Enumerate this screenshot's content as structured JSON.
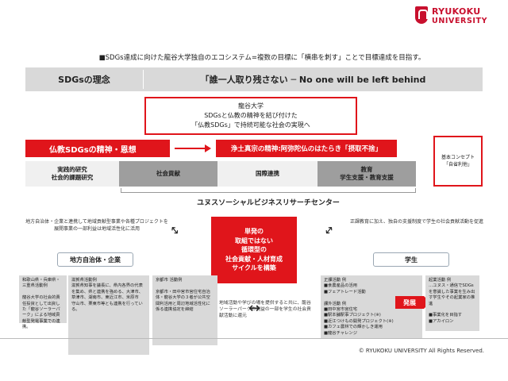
{
  "logo": {
    "line1": "RYUKOKU",
    "line2": "UNIVERSITY"
  },
  "headline": "■SDGs達成に向けた龍谷大学独自のエコシステム=複数の目標に「横串を刺す」ことで目標達成を目指す。",
  "sdgs": {
    "left": "SDGsの理念",
    "right": "「誰一人取り残さない ─ No one will be left behind"
  },
  "vision": {
    "line1": "龍谷大学",
    "line2": "SDGsと仏教の精神を結び付けた",
    "line3": "「仏教SDGs」で持続可能な社会の実現へ"
  },
  "buddhism_spirit": "仏教SDGsの精神・恩想",
  "jodo_spirit": "浄土真宗の精神:阿弥陀仏のはたらき「摂取不捨」",
  "concept": {
    "line1": "基本コンセプト",
    "line2": "「自省利他」"
  },
  "pillars": [
    {
      "line1": "実践的研究",
      "line2": "社会的課題研究"
    },
    {
      "line1": "社会貢献",
      "line2": ""
    },
    {
      "line1": "国際連携",
      "line2": ""
    },
    {
      "line1": "教育",
      "line2": "学生支援・教育支援"
    }
  ],
  "center_title": "ユヌスソーシャルビジネスリサーチセンター",
  "left_note": "地方自治体・企業と連携して地域貢献型事業や各種プロジェクトを展開事業の一部利益は地域活性化に活用",
  "right_note": "正課教育に加え、独自の支援制度で学生の社会貢献活動を促進",
  "core": {
    "line1": "単発の",
    "line2": "取組ではない",
    "line3": "循環型の",
    "line4": "社会貢献・人材育成",
    "line5": "サイクルを構築"
  },
  "groups": {
    "left": "地方自治体・企業",
    "right": "学生"
  },
  "cards": {
    "c1": "和歌山県・兵庫県・三重県活動例\n\n龍谷大学の社会的責任投資として出資した「龍谷ソーラーパーク」による地域貢献型発電事業での連携。",
    "c2": "滋賀県活動例\n滋賀県知事を議長に、県内各界の代表を集め、県と連携を強める、大津市、草津市、湖南市、東近江市、米原市\n守山市、栗東市等とも連携を行っている。",
    "c3": "京都市  活動例\n\n京都市・田中宮市宮住宅自治体・龍谷大学の３者が公共空間利活用と周辺地域活性化に係る連携協定を締結",
    "c4": "正課活動  例\n■食農産品の活用\n■フェアトレード活動\n\n課外活動  例\n■田中宮市宮住宅\n■駅本舗駅事プロジェクト(※)\n■近江つけもの開発プロジェクト(※)\n■カフェ農林での輝かしき運用\n■龍谷チャレンジ",
    "c5": "起業活動  例\n…ユヌス・通信でSDGsを意識した事業を生み出す学生やその起業家の推進\n\n■事業化を目指す\n■アカイロン"
  },
  "mid_note": "地域活動や学びの場を提供すると共に、龍谷ソーラーパークの利益の一部を学生の社会貢献活動に還元",
  "develop": "発展",
  "copyright": "© RYUKOKU UNIVERSITY  All Rights Reserved."
}
